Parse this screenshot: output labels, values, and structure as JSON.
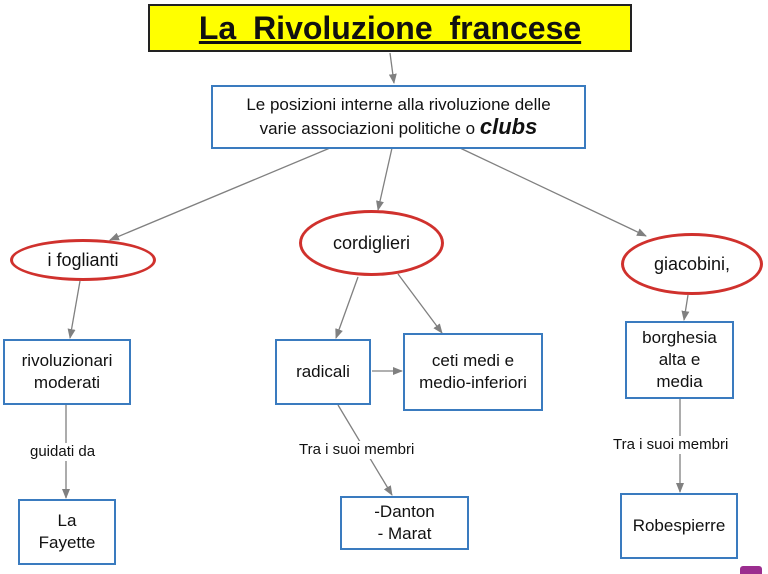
{
  "title": "La Rivoluzione francese",
  "root": {
    "line1": "Le posizioni interne alla rivoluzione delle",
    "line2": "varie associazioni politiche o",
    "emph": "clubs"
  },
  "groups": {
    "foglianti": "i foglianti",
    "cordiglieri": "cordiglieri",
    "giacobini": "giacobini,"
  },
  "nodes": {
    "rivoluzionari": {
      "line1": "rivoluzionari",
      "line2": "moderati"
    },
    "lafayette": {
      "line1": "La",
      "line2": "Fayette"
    },
    "radicali": "radicali",
    "ceti": {
      "line1": "ceti medi e",
      "line2": "medio-inferiori"
    },
    "danton": {
      "line1": "-Danton",
      "line2": "- Marat"
    },
    "borghesia": {
      "line1": "borghesia",
      "line2": "alta e",
      "line3": "media"
    },
    "robespierre": "Robespierre"
  },
  "edge_labels": {
    "guidati": "guidati da",
    "membri_cord": "Tra i suoi membri",
    "membri_giac": "Tra i suoi membri"
  },
  "colors": {
    "title_bg": "#ffff00",
    "box_border": "#3a7bbf",
    "oval_border": "#d0312d",
    "arrow": "#808080"
  }
}
